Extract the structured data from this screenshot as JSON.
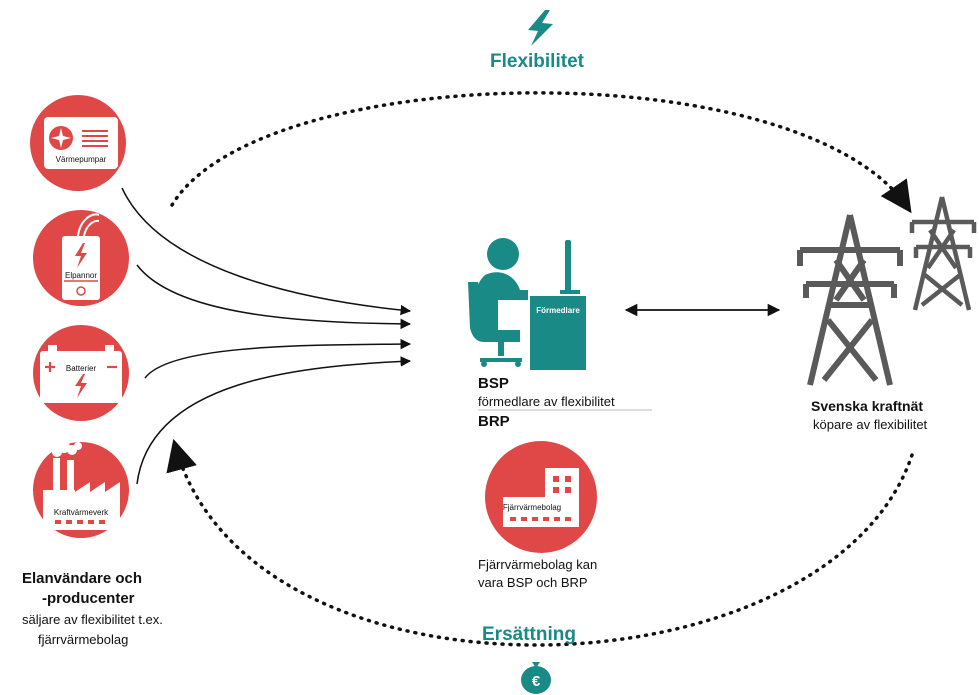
{
  "top_label": "Flexibilitet",
  "bottom_label": "Ersättning",
  "sources": [
    {
      "label": "Värmepumpar",
      "icon": "heat-pump-icon"
    },
    {
      "label": "Elpannor",
      "icon": "electric-boiler-icon"
    },
    {
      "label": "Batterier",
      "icon": "battery-icon"
    },
    {
      "label": "Kraftvärmeverk",
      "icon": "chp-plant-icon"
    }
  ],
  "sellers": {
    "title_line1": "Elanvändare och",
    "title_line2": "-producenter",
    "desc_line1": "säljare av flexibilitet t.ex.",
    "desc_line2": "fjärrvärmebolag"
  },
  "intermediary": {
    "screen_label": "Förmedlare",
    "bsp": "BSP",
    "bsp_desc": "förmedlare av flexibilitet",
    "brp": "BRP"
  },
  "district_heating": {
    "label": "Fjärrvärmebolag",
    "note_line1": "Fjärrvärmebolag kan",
    "note_line2": "vara BSP och BRP"
  },
  "buyer": {
    "title": "Svenska kraftnät",
    "desc": "köpare av flexibilitet"
  },
  "colors": {
    "red": "#e04848",
    "teal": "#1a8a87",
    "grey": "#5a5a5a"
  },
  "icons": {
    "top": "lightning-icon",
    "bottom": "euro-moneybag-icon"
  }
}
